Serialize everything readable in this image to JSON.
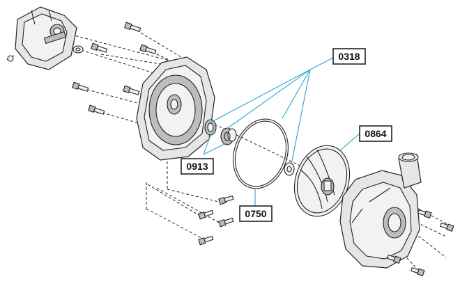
{
  "callouts": {
    "c0318": "0318",
    "c0864": "0864",
    "c0913": "0913",
    "c0750": "0750"
  },
  "colors": {
    "leader": "#2aa6c9",
    "outline": "#222222"
  }
}
